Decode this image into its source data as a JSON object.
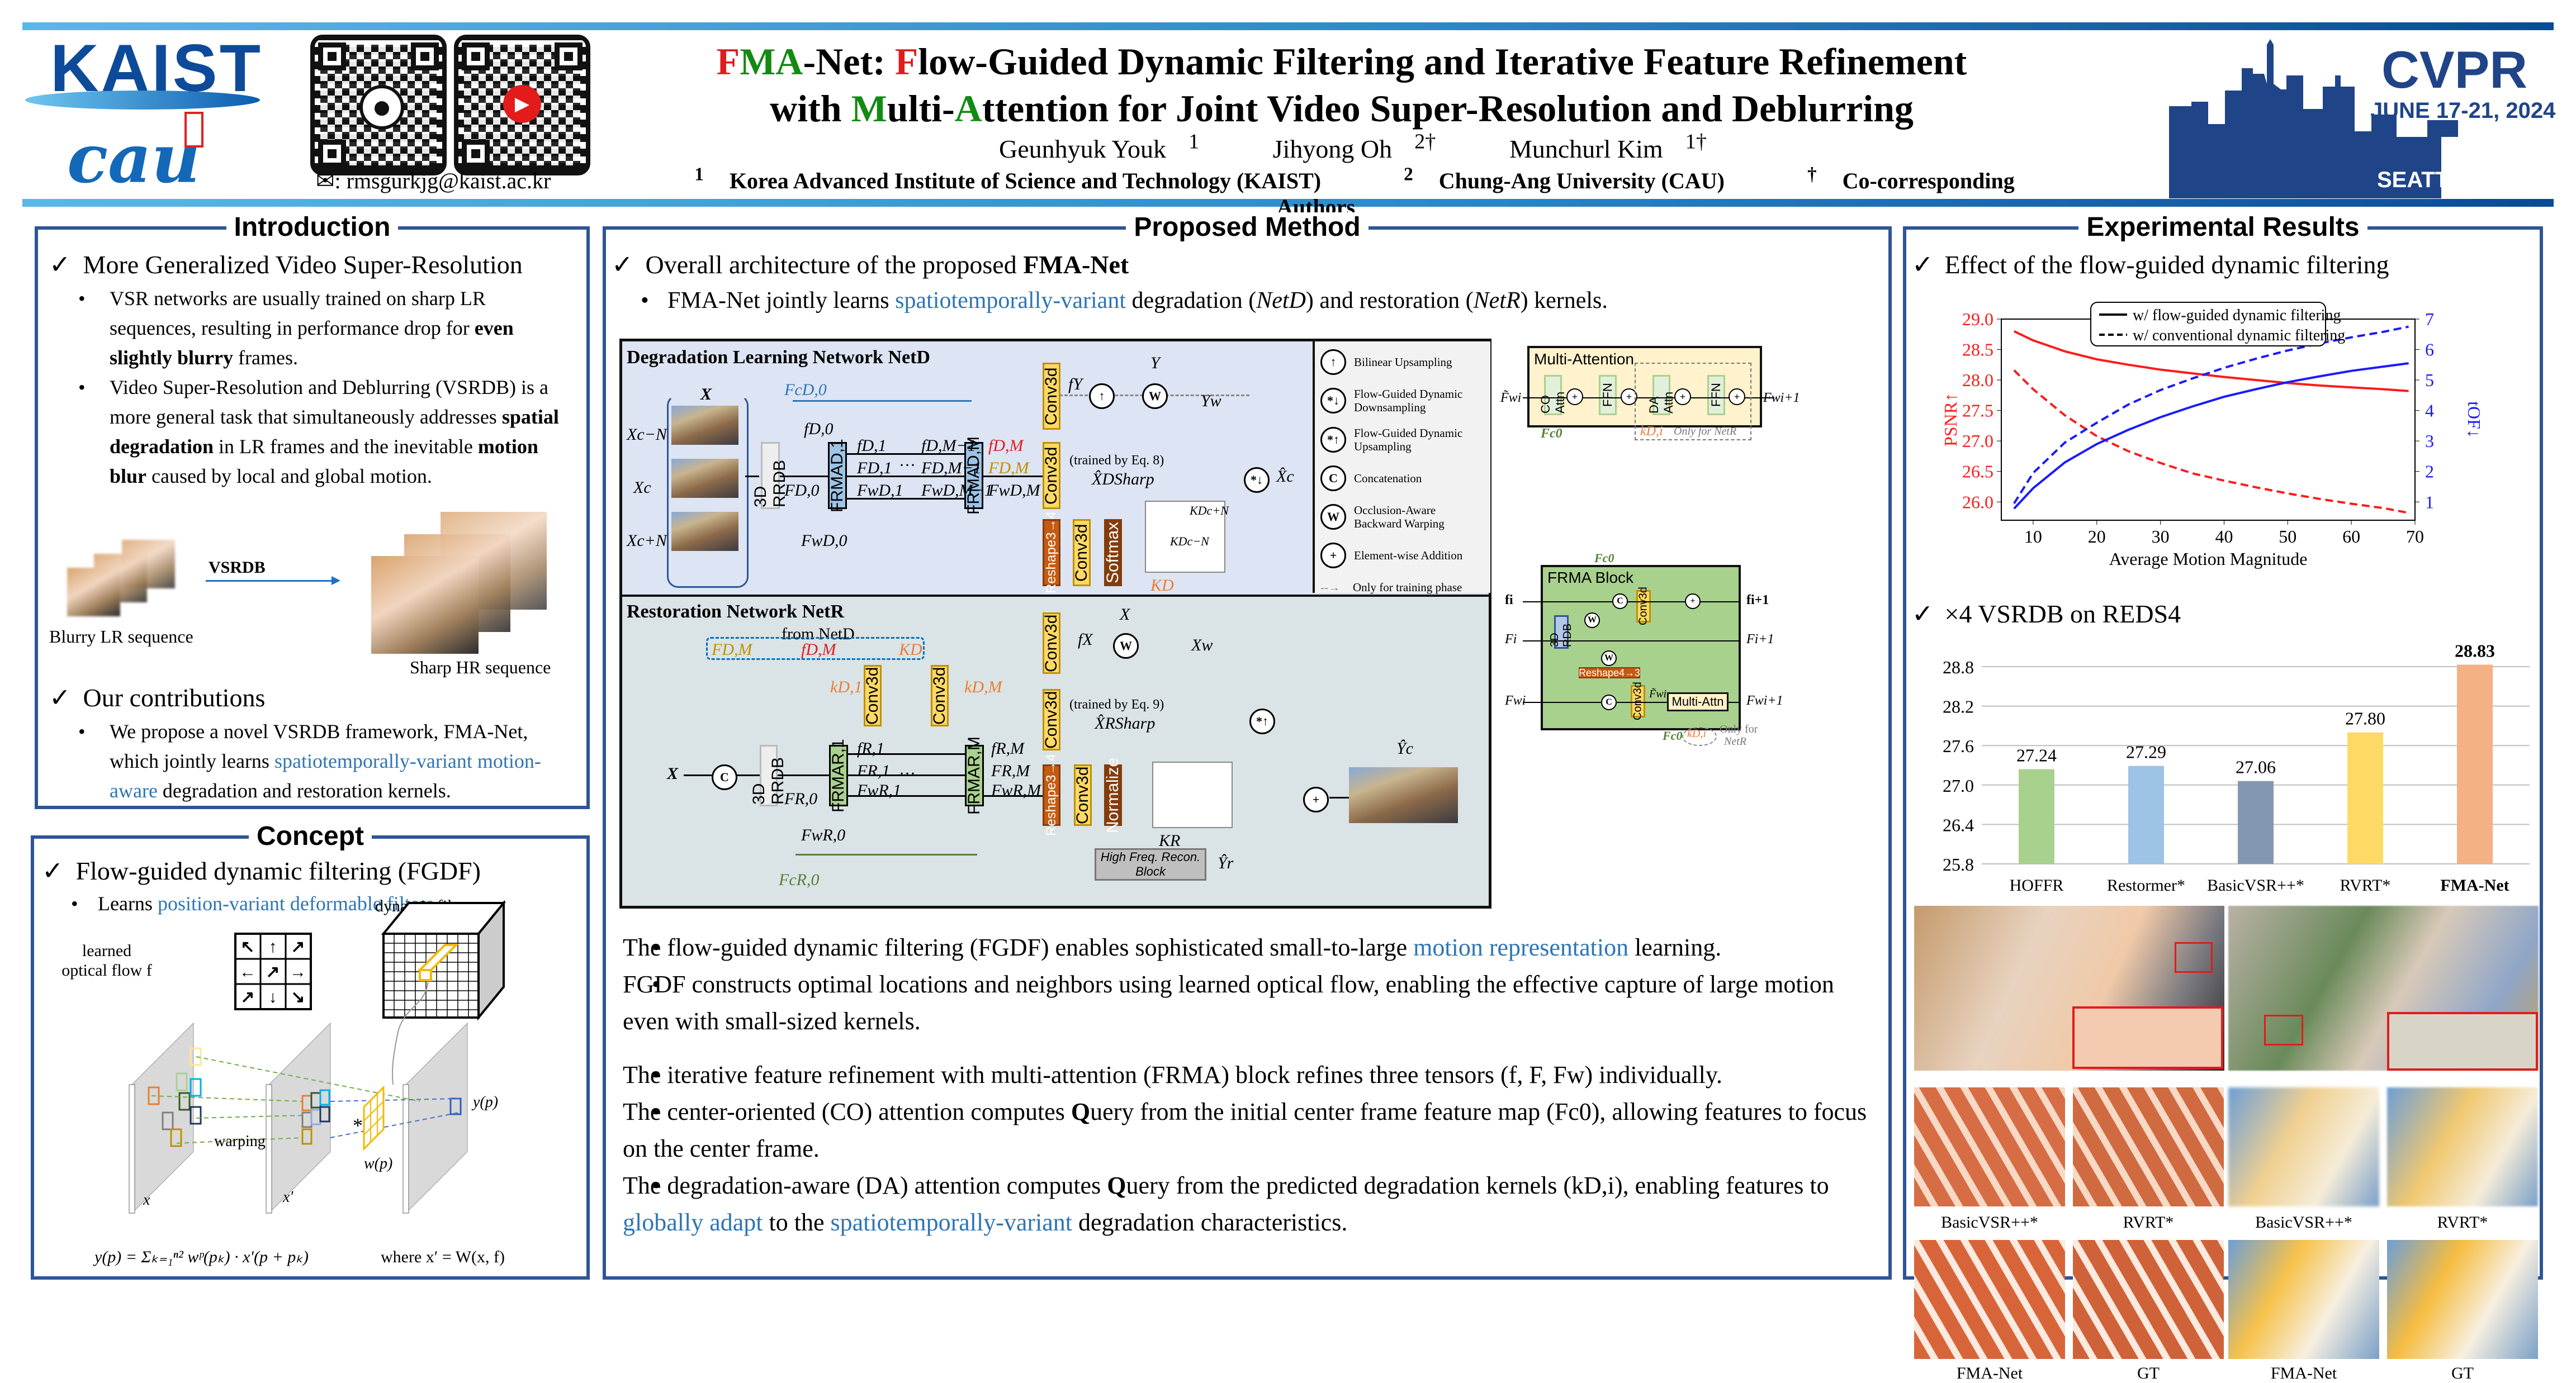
{
  "header": {
    "logos": {
      "kaist": "KAIST",
      "cau": "cau"
    },
    "qr_codes": [
      {
        "icon": "github-icon"
      },
      {
        "icon": "youtube-icon"
      }
    ],
    "email_icon": "envelope-icon",
    "email": ": rmsgurkjg@kaist.ac.kr",
    "title_line1": {
      "p1": "F",
      "p2": "MA",
      "p3": "-Net: ",
      "p4": "F",
      "p5": "low-Guided Dynamic Filtering and Iterative Feature Refinement"
    },
    "title_line2": {
      "p1": "with ",
      "p2": "M",
      "p3": "ulti-",
      "p4": "A",
      "p5": "ttention for Joint Video Super-Resolution and Deblurring"
    },
    "authors": [
      {
        "name": "Geunhyuk Youk",
        "sup": "1"
      },
      {
        "name": "Jihyong Oh",
        "sup": "2†"
      },
      {
        "name": "Munchurl Kim",
        "sup": "1†"
      }
    ],
    "affiliations": [
      {
        "sup": "1",
        "text": "Korea Advanced Institute of Science and Technology (KAIST)"
      },
      {
        "sup": "2",
        "text": "Chung-Ang University (CAU)"
      },
      {
        "sup": "†",
        "text": "Co-corresponding Authors"
      }
    ],
    "conference": {
      "name": "CVPR",
      "dates": "JUNE 17-21, 2024",
      "city": "SEATTLE, WA"
    }
  },
  "introduction": {
    "title": "Introduction",
    "section1": {
      "heading": "More Generalized Video Super-Resolution",
      "bullets": [
        {
          "t1": "VSR networks are usually trained on  sharp LR sequences, resulting in performance drop for ",
          "b1": "even slightly blurry",
          "t2": " frames."
        },
        {
          "t1": "Video Super-Resolution and Deblurring (VSRDB) is a more general task that simultaneously addresses ",
          "b1": "spatial degradation",
          "t2": " in LR frames and the inevitable ",
          "b2": "motion blur",
          "t3": " caused by local and global motion."
        }
      ]
    },
    "figure": {
      "left_caption": "Blurry LR sequence",
      "arrow_label": "VSRDB",
      "right_caption": "Sharp HR sequence"
    },
    "section2": {
      "heading": "Our contributions",
      "bullet": {
        "t1": "We propose a novel VSRDB framework, FMA-Net, which jointly learns ",
        "c1": "spatiotemporally-variant motion-aware",
        "t2": " degradation and restoration kernels."
      }
    }
  },
  "concept": {
    "title": "Concept",
    "heading": "Flow-guided dynamic filtering (FGDF)",
    "bullet": {
      "t1": "Learns ",
      "c1": "position-variant deformable filters",
      "t2": "."
    },
    "figure": {
      "flow_label_1": "learned",
      "flow_label_2": "optical flow f",
      "flow_arrows": [
        "↖",
        "↑",
        "↗",
        "←",
        "↗",
        "→",
        "↗",
        "↓",
        "↘"
      ],
      "filter_label": "dynamic filter w",
      "warping_label": "warping",
      "x_label": "x",
      "xprime_label": "x′",
      "wp_label": "w(p)",
      "yp_label": "y(p)",
      "conv_symbol": "*",
      "equation": "y(p) = Σₖ₌₁ⁿ² wᵖ(pₖ) · x′(p + pₖ)",
      "where": "where x′ = W(x, f)"
    }
  },
  "proposed": {
    "title": "Proposed Method",
    "heading_pre": "Overall architecture of the proposed ",
    "heading_bold": "FMA-Net",
    "bullet": {
      "t1": "FMA-Net jointly learns ",
      "c1": "spatiotemporally-variant",
      "t2": " degradation (",
      "m1": "NetD",
      "t3": ") and restoration (",
      "m2": "NetR",
      "t4": ") kernels."
    },
    "netD": {
      "title": "Degradation Learning Network NetD",
      "input_label": "X",
      "frames": [
        "Xc−N",
        "Xc",
        "Xc+N"
      ],
      "rrdb": "3D RRDB",
      "frma1": "FRMAD,1",
      "frmaM": "FRMAD,M",
      "conv": "Conv3d",
      "reshape": "Reshape3→4",
      "softmax": "Softmax",
      "labels": {
        "fc": "FcD,0",
        "f0": "fD,0",
        "F0": "FD,0",
        "Fw0": "FwD,0",
        "f1": "fD,1",
        "F1": "FD,1",
        "Fw1": "FwD,1",
        "fM1": "fD,M−1",
        "FM1": "FD,M−1",
        "FwM1": "FwD,M−1",
        "fM": "fD,M",
        "FM": "FD,M",
        "FwM": "FwD,M",
        "fY": "fY",
        "Y": "Y",
        "Yw": "Yw",
        "trained": "(trained by Eq. 8)",
        "xsharp": "X̂DSharp",
        "kd": "KD",
        "kcn": "KDc+N",
        "kcm": "KDc−N",
        "xc": "X̂c",
        "dots": "···"
      }
    },
    "legend": [
      {
        "icon": "bilinear-upsampling-icon",
        "glyph": "↑",
        "label": "Bilinear Upsampling"
      },
      {
        "icon": "fg-dynamic-downsampling-icon",
        "glyph": "*↓",
        "label": "Flow-Guided Dynamic Downsampling"
      },
      {
        "icon": "fg-dynamic-upsampling-icon",
        "glyph": "*↑",
        "label": "Flow-Guided Dynamic Upsampling"
      },
      {
        "icon": "concatenation-icon",
        "glyph": "C",
        "label": "Concatenation"
      },
      {
        "icon": "warping-icon",
        "glyph": "W",
        "label": "Occlusion-Aware Backward Warping"
      },
      {
        "icon": "addition-icon",
        "glyph": "+",
        "label": "Element-wise Addition"
      },
      {
        "icon": "dashed-arrow-icon",
        "glyph": "--→",
        "label": "Only for training phase"
      }
    ],
    "netR": {
      "title": "Restoration Network NetR",
      "from": "from NetD",
      "from_items": [
        "FD,M",
        "fD,M",
        "KD"
      ],
      "input_label": "X",
      "rrdb": "3D RRDB",
      "frma1": "FRMAR,1",
      "frmaM": "FRMAR,M",
      "conv": "Conv3d",
      "reshape": "Reshape3→4",
      "normalize": "Normalize",
      "hf": "High Freq. Recon. Block",
      "labels": {
        "k1": "kD,1",
        "kM": "kD,M",
        "fX": "fX",
        "Xtop": "X",
        "Xw": "Xw",
        "trained": "(trained by Eq. 9)",
        "xsharp": "X̂RSharp",
        "F0": "FR,0",
        "Fw0": "FwR,0",
        "Fc0": "FcR,0",
        "f1": "fR,1",
        "F1": "FR,1",
        "Fw1": "FwR,1",
        "fM": "fR,M",
        "FM": "FR,M",
        "FwM": "FwR,M",
        "kr": "KR",
        "yr": "Ŷr",
        "yc": "Ŷc",
        "dots": "···"
      }
    },
    "multi_attention": {
      "title": "Multi-Attention",
      "blocks": [
        "CO Attn",
        "FFN",
        "DA Attn",
        "FFN"
      ],
      "input": "F̃wi",
      "output": "Fwi+1",
      "fc0": "Fc0",
      "kdi": "kD,i",
      "only_for": "Only for NetR"
    },
    "frma_block": {
      "title": "FRMA Block",
      "rdb": "3D RDB",
      "conv": "Conv3d",
      "reshape": "Reshape4→3",
      "multi_attn": "Multi-Attn",
      "inputs": [
        "fi",
        "Fi",
        "Fwi"
      ],
      "outputs": [
        "fi+1",
        "Fi+1",
        "Fwi+1"
      ],
      "fc0": "Fc0",
      "kdi": "kD,i",
      "ftilde": "F̃wi",
      "only_for_1": "Only for",
      "only_for_2": "NetR"
    },
    "points": [
      {
        "level": 1,
        "t1": "The flow-guided dynamic filtering (FGDF) enables sophisticated small-to-large ",
        "c1": "motion representation",
        "t2": " learning."
      },
      {
        "level": 2,
        "t1": "FGDF constructs optimal locations and neighbors using learned optical flow, enabling the effective capture of large motion even with small-sized kernels."
      },
      {
        "level": 1,
        "t1": "The iterative feature refinement with multi-attention (FRMA) block refines three tensors (f, F, Fw) individually."
      },
      {
        "level": 2,
        "t1": "The center-oriented (CO) attention computes ",
        "b1": "Q",
        "t2": "uery from the initial center frame feature map (Fc0), allowing features to focus on the center frame."
      },
      {
        "level": 2,
        "t1": "The degradation-aware (DA) attention computes ",
        "b1": "Q",
        "t2": "uery from the predicted degradation kernels (kD,i), enabling features to ",
        "c1": "globally adapt",
        "t3": " to the ",
        "c2": "spatiotemporally-variant",
        "t4": " degradation characteristics."
      }
    ]
  },
  "results": {
    "title": "Experimental Results",
    "heading1": "Effect of the flow-guided dynamic filtering",
    "heading2": "×4 VSRDB on REDS4",
    "image_labels_row1": [
      "BasicVSR++*",
      "RVRT*",
      "BasicVSR++*",
      "RVRT*"
    ],
    "image_labels_row2": [
      "FMA-Net",
      "GT",
      "FMA-Net",
      "GT"
    ]
  },
  "chart_data": [
    {
      "type": "line",
      "title": "",
      "xlabel": "Average Motion Magnitude",
      "ylabel": "PSNR↑",
      "ylabel_right": "tOF↓",
      "xlim": [
        5,
        70
      ],
      "ylim": [
        25.7,
        29.0
      ],
      "ylim_right": [
        0.4,
        7.0
      ],
      "xticks": [
        10,
        20,
        30,
        40,
        50,
        60,
        70
      ],
      "yticks": [
        26.0,
        26.5,
        27.0,
        27.5,
        28.0,
        28.5,
        29.0
      ],
      "yticks_right": [
        1,
        2,
        3,
        4,
        5,
        6,
        7
      ],
      "legend": [
        "w/ flow-guided dynamic filtering",
        "w/ conventional dynamic filtering"
      ],
      "legend_position": "top-center",
      "colors": {
        "psnr": "#ff1a1a",
        "tof": "#1a1aff"
      },
      "x": [
        7,
        10,
        15,
        20,
        25,
        30,
        35,
        40,
        45,
        50,
        55,
        60,
        65,
        69
      ],
      "series": [
        {
          "name": "PSNR w/ flow-guided dynamic filtering",
          "axis": "left",
          "style": "solid",
          "values": [
            28.8,
            28.65,
            28.47,
            28.34,
            28.25,
            28.17,
            28.11,
            28.05,
            28.0,
            27.95,
            27.91,
            27.88,
            27.85,
            27.82
          ]
        },
        {
          "name": "PSNR w/ conventional dynamic filtering",
          "axis": "left",
          "style": "dashed",
          "values": [
            28.16,
            27.85,
            27.42,
            27.08,
            26.83,
            26.64,
            26.47,
            26.35,
            26.24,
            26.14,
            26.05,
            25.97,
            25.9,
            25.82
          ]
        },
        {
          "name": "tOF w/ flow-guided dynamic filtering",
          "axis": "right",
          "style": "solid",
          "values": [
            0.78,
            1.45,
            2.3,
            2.9,
            3.37,
            3.78,
            4.13,
            4.45,
            4.7,
            4.93,
            5.12,
            5.3,
            5.44,
            5.55
          ]
        },
        {
          "name": "tOF w/ conventional dynamic filtering",
          "axis": "right",
          "style": "dashed",
          "values": [
            0.95,
            1.95,
            2.95,
            3.6,
            4.2,
            4.67,
            5.05,
            5.4,
            5.7,
            5.97,
            6.2,
            6.4,
            6.58,
            6.75
          ]
        }
      ]
    },
    {
      "type": "bar",
      "title": "×4 VSRDB on REDS4",
      "categories": [
        "HOFFR",
        "Restormer*",
        "BasicVSR++*",
        "RVRT*",
        "FMA-Net"
      ],
      "values": [
        27.24,
        27.29,
        27.06,
        27.8,
        28.83
      ],
      "value_labels": [
        "27.24",
        "27.29",
        "27.06",
        "27.80",
        "28.83"
      ],
      "colors": [
        "#a9d18e",
        "#9dc3e6",
        "#8497b0",
        "#ffd966",
        "#f4b183"
      ],
      "xlabel": "",
      "ylabel": "",
      "ylim": [
        25.8,
        28.8
      ],
      "yticks": [
        25.8,
        26.4,
        27.0,
        27.6,
        28.2,
        28.8
      ],
      "grid": true
    }
  ]
}
